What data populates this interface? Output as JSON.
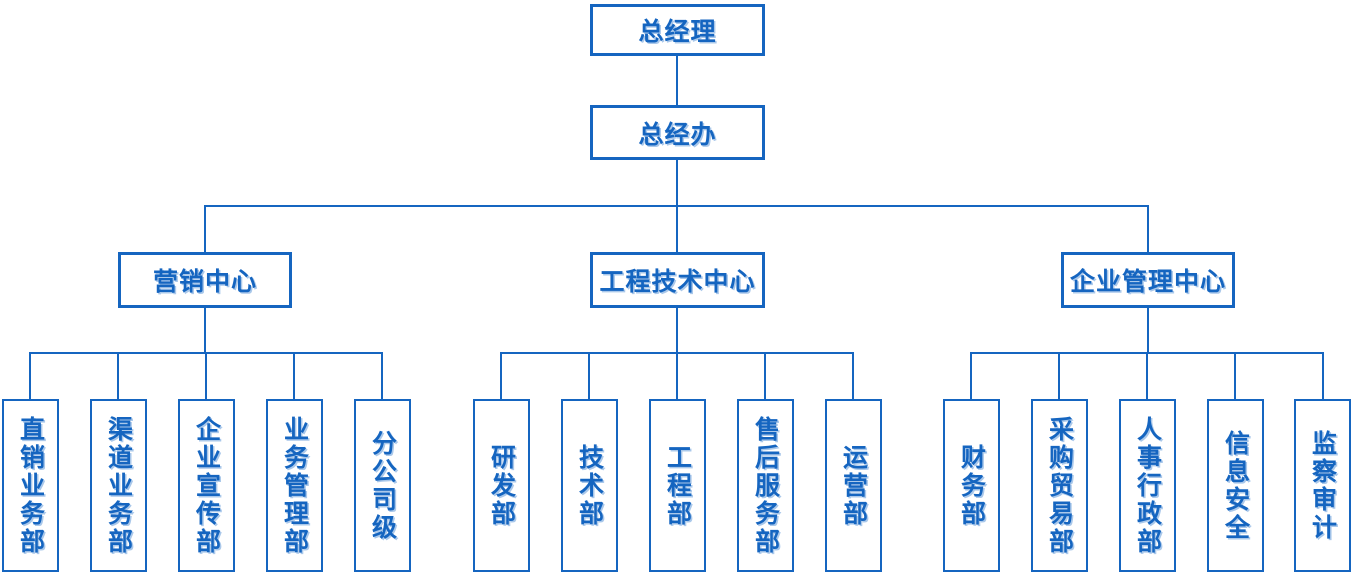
{
  "org": {
    "root": {
      "label": "总经理"
    },
    "office": {
      "label": "总经办"
    },
    "divisions": [
      {
        "label": "营销中心",
        "departments": [
          "直销业务部",
          "渠道业务部",
          "企业宣传部",
          "业务管理部",
          "分公司级"
        ]
      },
      {
        "label": "工程技术中心",
        "departments": [
          "研发部",
          "技术部",
          "工程部",
          "售后服务部",
          "运营部"
        ]
      },
      {
        "label": "企业管理中心",
        "departments": [
          "财务部",
          "采购贸易部",
          "人事行政部",
          "信息安全",
          "监察审计"
        ]
      }
    ]
  },
  "colors": {
    "accent_blue": "#1565c0",
    "text_shadow_blue": "#aac8ea",
    "background": "#ffffff"
  }
}
